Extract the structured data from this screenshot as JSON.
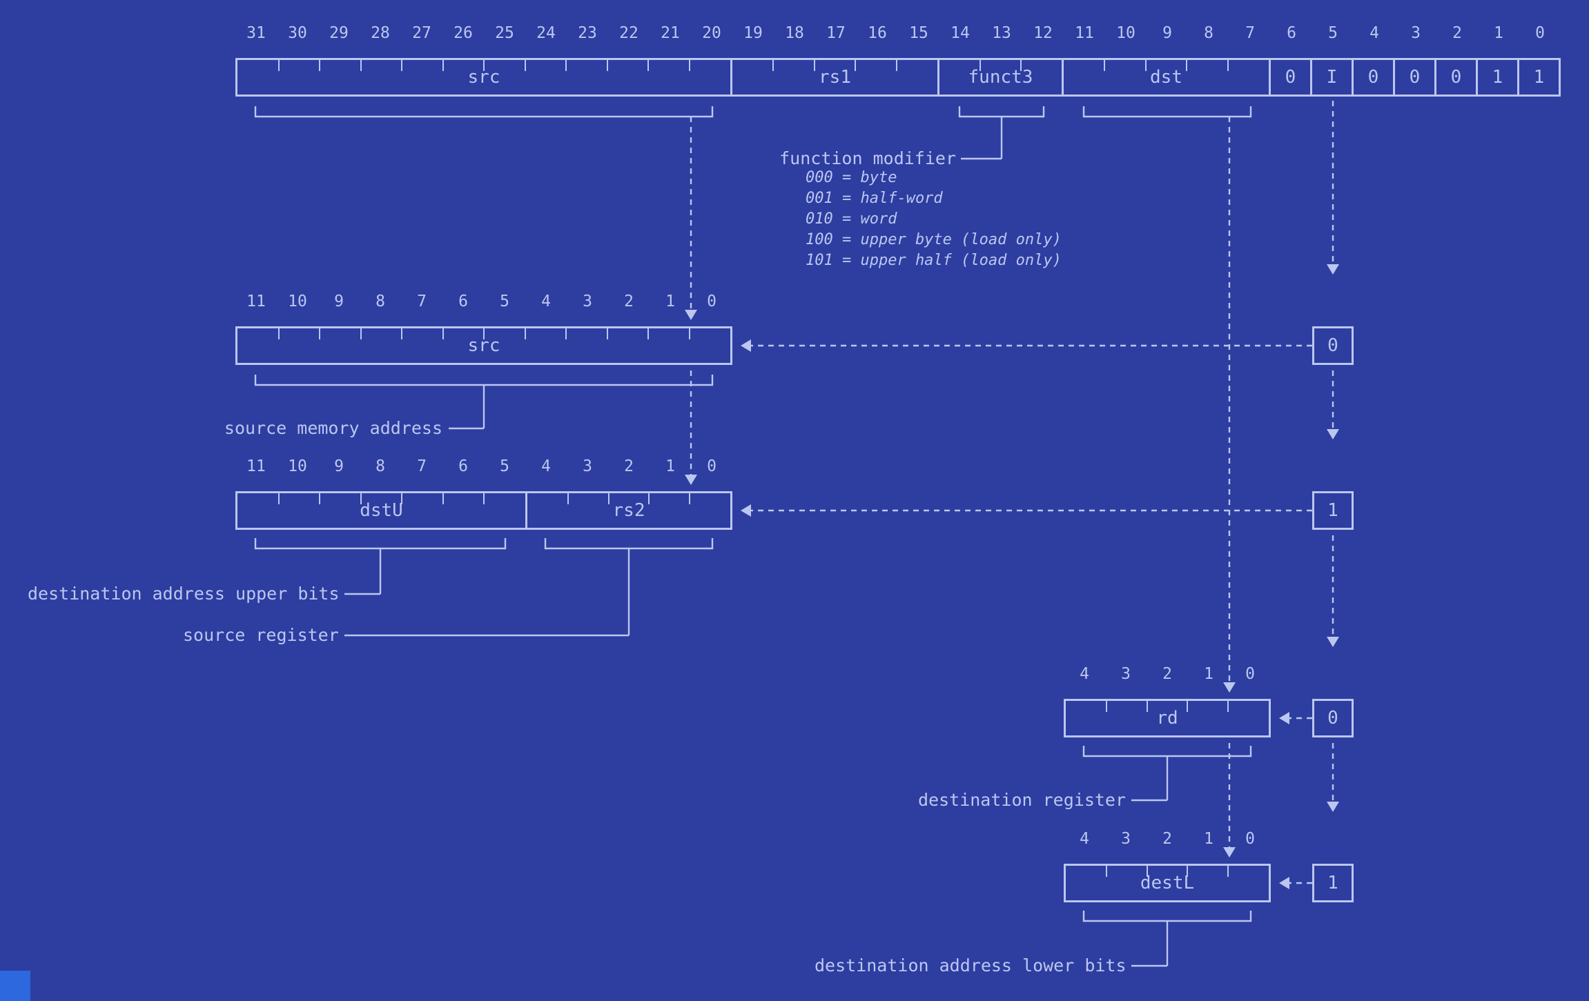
{
  "colors": {
    "background": "#2d3da0",
    "line": "#bcc7f0",
    "corner_square": "#2d68df"
  },
  "instruction_register": {
    "bit_numbers": [
      "31",
      "30",
      "29",
      "28",
      "27",
      "26",
      "25",
      "24",
      "23",
      "22",
      "21",
      "20",
      "19",
      "18",
      "17",
      "16",
      "15",
      "14",
      "13",
      "12",
      "11",
      "10",
      "9",
      "8",
      "7",
      "6",
      "5",
      "4",
      "3",
      "2",
      "1",
      "0"
    ],
    "fields": [
      {
        "label": "src"
      },
      {
        "label": "rs1"
      },
      {
        "label": "funct3"
      },
      {
        "label": "dst"
      }
    ],
    "single_bits": [
      "0",
      "I",
      "0",
      "0",
      "0",
      "1",
      "1"
    ]
  },
  "function_modifier": {
    "label": "function modifier",
    "options": [
      "000 = byte",
      "001 = half-word",
      "010 = word",
      "100 = upper byte (load only)",
      "101 = upper half (load only)"
    ]
  },
  "src_register": {
    "bit_numbers": [
      "11",
      "10",
      "9",
      "8",
      "7",
      "6",
      "5",
      "4",
      "3",
      "2",
      "1",
      "0"
    ],
    "label": "src",
    "caption": "source memory address"
  },
  "dstu_rs2_register": {
    "bit_numbers": [
      "11",
      "10",
      "9",
      "8",
      "7",
      "6",
      "5",
      "4",
      "3",
      "2",
      "1",
      "0"
    ],
    "dstu_label": "dstU",
    "rs2_label": "rs2",
    "dstu_caption": "destination address upper bits",
    "rs2_caption": "source register"
  },
  "rd_register": {
    "bit_numbers": [
      "4",
      "3",
      "2",
      "1",
      "0"
    ],
    "label": "rd",
    "caption": "destination register"
  },
  "destl_register": {
    "bit_numbers": [
      "4",
      "3",
      "2",
      "1",
      "0"
    ],
    "label": "destL",
    "caption": "destination address lower bits"
  },
  "flow_bits": {
    "src_bit": "0",
    "dstu_rs2_bit": "1",
    "rd_bit": "0",
    "destl_bit": "1"
  }
}
